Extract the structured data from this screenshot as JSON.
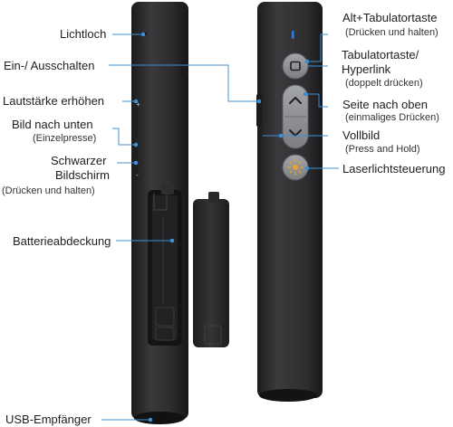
{
  "labels": {
    "lichtloch": "Lichtloch",
    "ein_aus": "Ein-/ Ausschalten",
    "lautstaerke": "Lautstärke erhöhen",
    "bild_unten": "Bild nach unten",
    "bild_unten_sub": "(Einzelpresse)",
    "schwarzer": "Schwarzer",
    "bildschirm": "Bildschirm",
    "schwarzer_sub": "(Drücken und halten)",
    "batterie": "Batterieabdeckung",
    "usb": "USB-Empfänger",
    "alt_tab": "Alt+Tabulatortaste",
    "alt_tab_sub": "(Drücken und halten)",
    "tab": "Tabulatortaste/",
    "hyperlink": "Hyperlink",
    "tab_sub": "(doppelt drücken)",
    "seite_oben": "Seite nach oben",
    "seite_oben_sub": "(einmaliges Drücken)",
    "vollbild": "Vollbild",
    "vollbild_sub": "(Press and Hold)",
    "laser": "Laserlichtsteuerung"
  },
  "colors": {
    "callout_line": "#3d8fd6",
    "body_dark": "#2b2b2d",
    "body_edge": "#1a1a1b",
    "button": "#8f9195",
    "laser_icon": "#e2a03a",
    "indicator": "#2f7fd9"
  },
  "icons": {
    "square": "square-icon",
    "up": "chevron-up-icon",
    "down": "chevron-down-icon",
    "laser": "sun-icon"
  }
}
